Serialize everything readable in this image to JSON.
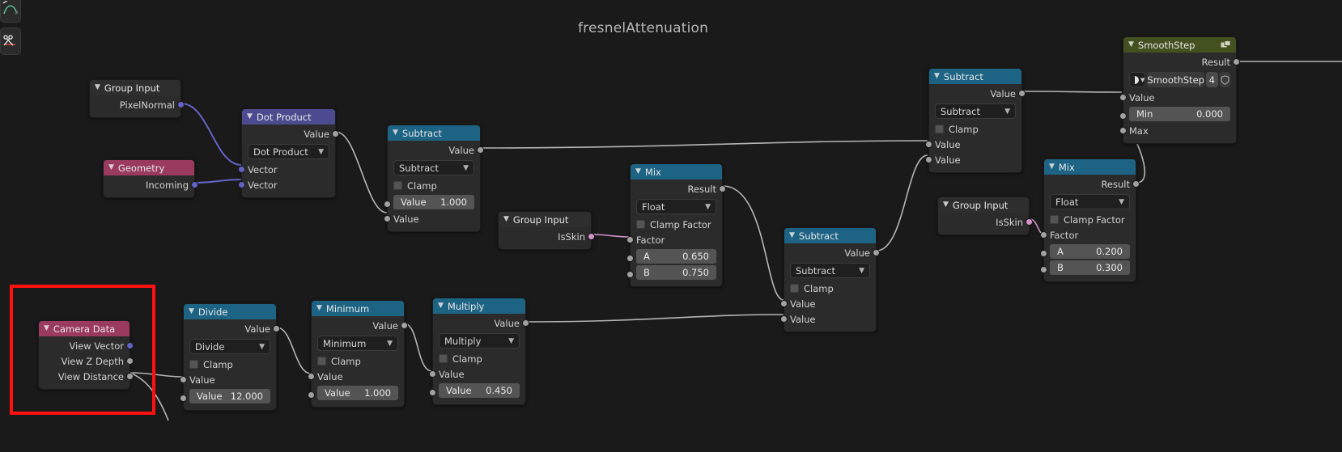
{
  "editor": {
    "title": "fresnelAttenuation",
    "background": "#1a1a1a",
    "toolbar": [
      {
        "name": "curve-tool",
        "icon": "curve-icon",
        "label": ""
      },
      {
        "name": "cut-links-tool",
        "icon": "scissors-icon",
        "label": ""
      }
    ]
  },
  "colors": {
    "header_blue": "#1d6384",
    "header_violet": "#4c4b8f",
    "header_red": "#9a3a5c",
    "header_grey": "#2e2e2e",
    "header_green": "#43501f",
    "socket_grey": "#a1a1a1",
    "socket_violet": "#6363c7",
    "socket_pink": "#d292c7",
    "highlight": "#ff1111"
  },
  "highlight": {
    "label": "camera-data-highlight"
  },
  "nodes": {
    "group_input_1": {
      "title": "Group Input",
      "outputs": [
        {
          "label": "PixelNormal"
        }
      ]
    },
    "geometry": {
      "title": "Geometry",
      "outputs": [
        {
          "label": "Incoming"
        }
      ]
    },
    "dot_product": {
      "title": "Dot Product",
      "outputs": [
        {
          "label": "Value"
        }
      ],
      "dropdown": "Dot Product",
      "inputs": [
        {
          "label": "Vector"
        },
        {
          "label": "Vector"
        }
      ]
    },
    "subtract_1": {
      "title": "Subtract",
      "outputs": [
        {
          "label": "Value"
        }
      ],
      "dropdown": "Subtract",
      "clamp": "Clamp",
      "fields": [
        {
          "label": "Value",
          "value": "1.000"
        }
      ],
      "inputs": [
        {
          "label": "Value"
        }
      ]
    },
    "group_input_2": {
      "title": "Group Input",
      "outputs": [
        {
          "label": "IsSkin"
        }
      ]
    },
    "mix_1": {
      "title": "Mix",
      "outputs": [
        {
          "label": "Result"
        }
      ],
      "dropdown": "Float",
      "clamp": "Clamp Factor",
      "inputs": [
        {
          "label": "Factor"
        }
      ],
      "fields": [
        {
          "label": "A",
          "value": "0.650"
        },
        {
          "label": "B",
          "value": "0.750"
        }
      ]
    },
    "subtract_2": {
      "title": "Subtract",
      "outputs": [
        {
          "label": "Value"
        }
      ],
      "dropdown": "Subtract",
      "clamp": "Clamp",
      "inputs": [
        {
          "label": "Value"
        },
        {
          "label": "Value"
        }
      ]
    },
    "subtract_3": {
      "title": "Subtract",
      "outputs": [
        {
          "label": "Value"
        }
      ],
      "dropdown": "Subtract",
      "clamp": "Clamp",
      "inputs": [
        {
          "label": "Value"
        },
        {
          "label": "Value"
        }
      ]
    },
    "group_input_3": {
      "title": "Group Input",
      "outputs": [
        {
          "label": "IsSkin"
        }
      ]
    },
    "mix_2": {
      "title": "Mix",
      "outputs": [
        {
          "label": "Result"
        }
      ],
      "dropdown": "Float",
      "clamp": "Clamp Factor",
      "inputs": [
        {
          "label": "Factor"
        }
      ],
      "fields": [
        {
          "label": "A",
          "value": "0.200"
        },
        {
          "label": "B",
          "value": "0.300"
        }
      ]
    },
    "smooth_step": {
      "title": "SmoothStep",
      "outputs": [
        {
          "label": "Result"
        }
      ],
      "strip": {
        "name": "SmoothStep",
        "count": "4"
      },
      "inputs": [
        {
          "label": "Value"
        },
        {
          "label": "Max"
        }
      ],
      "fields": [
        {
          "label": "Min",
          "value": "0.000"
        }
      ]
    },
    "camera_data": {
      "title": "Camera Data",
      "outputs": [
        {
          "label": "View Vector"
        },
        {
          "label": "View Z Depth"
        },
        {
          "label": "View Distance"
        }
      ]
    },
    "divide": {
      "title": "Divide",
      "outputs": [
        {
          "label": "Value"
        }
      ],
      "dropdown": "Divide",
      "clamp": "Clamp",
      "inputs": [
        {
          "label": "Value"
        }
      ],
      "fields": [
        {
          "label": "Value",
          "value": "12.000"
        }
      ]
    },
    "minimum": {
      "title": "Minimum",
      "outputs": [
        {
          "label": "Value"
        }
      ],
      "dropdown": "Minimum",
      "clamp": "Clamp",
      "inputs": [
        {
          "label": "Value"
        }
      ],
      "fields": [
        {
          "label": "Value",
          "value": "1.000"
        }
      ]
    },
    "multiply": {
      "title": "Multiply",
      "outputs": [
        {
          "label": "Value"
        }
      ],
      "dropdown": "Multiply",
      "clamp": "Clamp",
      "inputs": [
        {
          "label": "Value"
        }
      ],
      "fields": [
        {
          "label": "Value",
          "value": "0.450"
        }
      ]
    }
  }
}
